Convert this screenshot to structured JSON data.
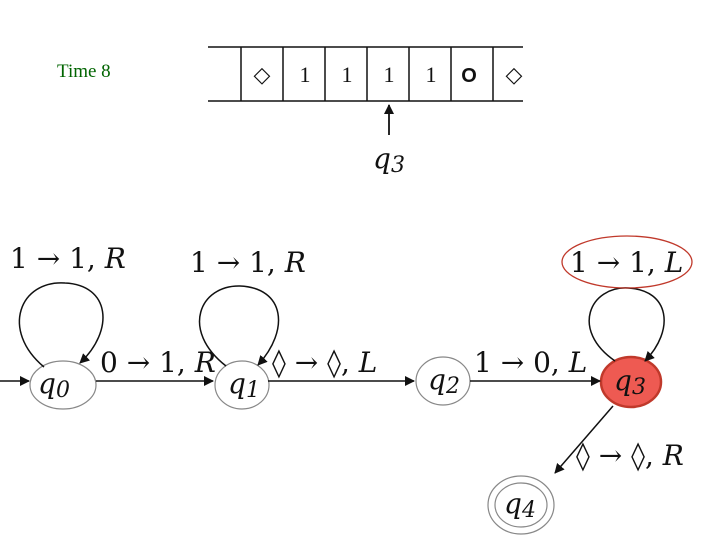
{
  "time_label": "Time 8",
  "tape": {
    "cells": [
      "◇",
      "1",
      "1",
      "1",
      "1",
      "O",
      "◇"
    ],
    "head_state": "q",
    "head_state_sub": "3"
  },
  "states": [
    {
      "id": "q0",
      "name": "q",
      "sub": "0",
      "initial": true,
      "active": false,
      "accepting": false
    },
    {
      "id": "q1",
      "name": "q",
      "sub": "1",
      "initial": false,
      "active": false,
      "accepting": false
    },
    {
      "id": "q2",
      "name": "q",
      "sub": "2",
      "initial": false,
      "active": false,
      "accepting": false
    },
    {
      "id": "q3",
      "name": "q",
      "sub": "3",
      "initial": false,
      "active": true,
      "accepting": false
    },
    {
      "id": "q4",
      "name": "q",
      "sub": "4",
      "initial": false,
      "active": false,
      "accepting": true
    }
  ],
  "transitions": {
    "q0_loop": {
      "read": "1",
      "write": "1,",
      "move": "R"
    },
    "q1_loop": {
      "read": "1",
      "write": "1,",
      "move": "R"
    },
    "q3_loop": {
      "read": "1",
      "write": "1,",
      "move": "L",
      "highlighted": true
    },
    "q0_q1": {
      "read": "0",
      "write": "1,",
      "move": "R"
    },
    "q1_q2": {
      "read": "◊",
      "write": "◊,",
      "move": "L"
    },
    "q2_q3": {
      "read": "1",
      "write": "0,",
      "move": "L"
    },
    "q3_q4": {
      "read": "◊",
      "write": "◊,",
      "move": "R"
    }
  },
  "colors": {
    "active_state_fill": "#ee5a52",
    "highlight_ring": "#c0392b",
    "time_label": "#006400"
  }
}
